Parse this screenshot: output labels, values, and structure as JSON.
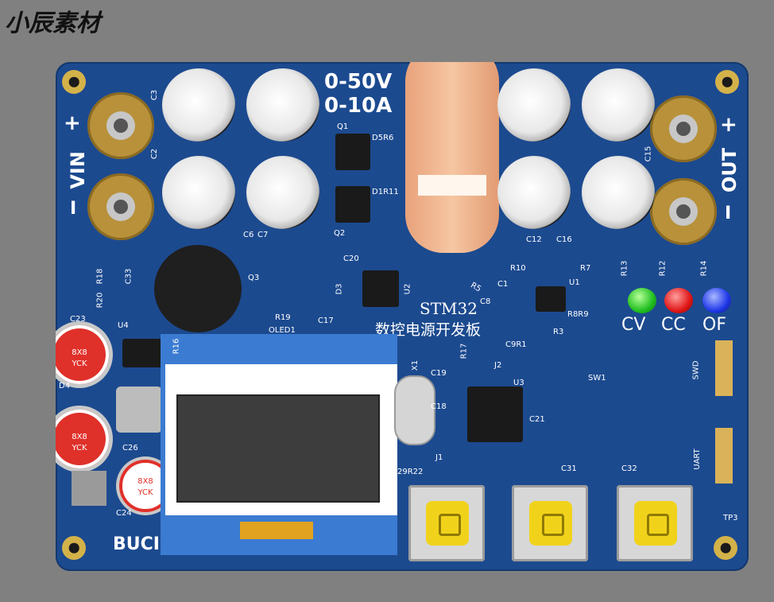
{
  "watermark": "小辰素材",
  "board": {
    "spec_voltage": "0-50V",
    "spec_current": "0-10A",
    "title_en": "STM32",
    "title_cn": "数控电源开发板",
    "vin_label": "VIN",
    "vin_plus": "+",
    "vin_minus": "I",
    "out_label": "OUT",
    "out_plus": "+",
    "out_minus": "I",
    "buck_label": "BUCI",
    "oled_label": "OLED1",
    "status_labels": {
      "cv": "CV",
      "cc": "CC",
      "of": "OF"
    },
    "port_labels": {
      "swd": "SWD",
      "uart": "UART",
      "tp": "TP3"
    },
    "refs": {
      "c3": "C3",
      "c2": "C2",
      "c6": "C6",
      "c7": "C7",
      "q1": "Q1",
      "q2": "Q2",
      "d5r6": "D5R6",
      "d1r11": "D1R11",
      "c12": "C12",
      "c16": "C16",
      "c15": "C15",
      "r13": "R13",
      "r12": "R12",
      "r14": "R14",
      "r10": "R10",
      "r7": "R7",
      "u1": "U1",
      "c1": "C1",
      "r5": "R5",
      "c8": "C8",
      "r8r9": "R8R9",
      "c9r1": "C9R1",
      "r3": "R3",
      "r18": "R18",
      "r20": "R20",
      "c33": "C33",
      "q3": "Q3",
      "r19": "R19",
      "c20": "C20",
      "d3": "D3",
      "u2": "U2",
      "c17": "C17",
      "c23": "C23",
      "u4": "U4",
      "d4": "D4",
      "c26": "C26",
      "c24": "C24",
      "r17": "R17",
      "j2": "J2",
      "sw1": "SW1",
      "x1": "X1",
      "c19": "C19",
      "c18": "C18",
      "u3": "U3",
      "c21": "C21",
      "j1": "J1",
      "r29r22": "29R22",
      "c31": "C31",
      "c32": "C32",
      "r16": "R16"
    },
    "cap_text": {
      "size": "8X8",
      "brand": "YCK"
    }
  }
}
